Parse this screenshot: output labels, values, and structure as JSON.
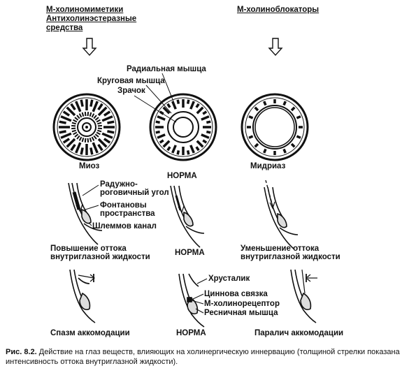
{
  "headers": {
    "left_line1": "М-холиномиметики",
    "left_line2": "Антихолинэстеразные",
    "left_line3": "средства",
    "right": "М-холиноблокаторы"
  },
  "pupil_labels": {
    "radial": "Радиальная мышца",
    "circular": "Круговая мышца",
    "pupil": "Зрачок"
  },
  "row1_captions": {
    "left": "Миоз",
    "center": "НОРМА",
    "right": "Мидриаз"
  },
  "angle_labels": {
    "angle_line1": "Радужно-",
    "angle_line2": "роговичный угол",
    "fontana_line1": "Фонтановы",
    "fontana_line2": "пространства",
    "schlemm": "Шлеммов канал"
  },
  "row2_captions": {
    "left_line1": "Повышение оттока",
    "left_line2": "внутриглазной жидкости",
    "center": "НОРМА",
    "right_line1": "Уменьшение оттока",
    "right_line2": "внутриглазной жидкости"
  },
  "accom_labels": {
    "lens": "Хрусталик",
    "zonule": "Циннова связка",
    "receptor": "М-холинорецептор",
    "ciliary": "Ресничная мышца"
  },
  "row3_captions": {
    "left": "Спазм аккомодации",
    "center": "НОРМА",
    "right": "Паралич аккомодации"
  },
  "caption": {
    "prefix": "Рис. 8.2.",
    "text": " Действие на глаз веществ, влияющих на холинергическую иннервацию (толщиной стрелки показана интенсивность оттока внутриглазной жидкости)."
  }
}
